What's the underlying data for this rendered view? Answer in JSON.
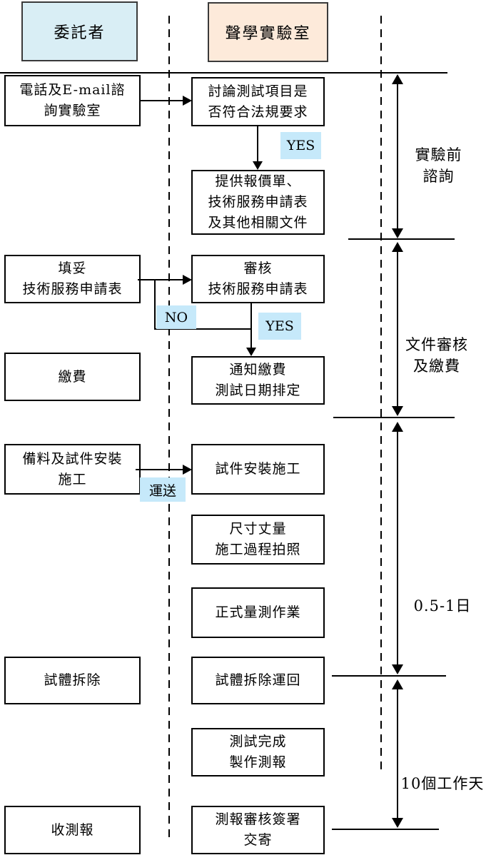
{
  "diagram": {
    "actors": {
      "client": "委託者",
      "lab": "聲學實驗室"
    },
    "client_steps": [
      {
        "text": "電話及E-mail諮\n詢實驗室"
      },
      {
        "text": "填妥\n技術服務申請表"
      },
      {
        "text": "繳費"
      },
      {
        "text": "備料及試件安裝\n施工"
      },
      {
        "text": "試體拆除"
      },
      {
        "text": "收測報"
      }
    ],
    "lab_steps": [
      {
        "text": "討論測試項目是\n否符合法規要求"
      },
      {
        "text": "提供報價單、\n技術服務申請表\n及其他相關文件"
      },
      {
        "text": "審核\n技術服務申請表"
      },
      {
        "text": "通知繳費\n測試日期排定"
      },
      {
        "text": "試件安裝施工"
      },
      {
        "text": "尺寸丈量\n施工過程拍照"
      },
      {
        "text": "正式量測作業"
      },
      {
        "text": "試體拆除運回"
      },
      {
        "text": "測試完成\n製作測報"
      },
      {
        "text": "測報審核簽署\n交寄"
      }
    ],
    "decision_labels": {
      "yes1": "YES",
      "no": "NO",
      "yes2": "YES",
      "transport": "運送"
    },
    "phases": [
      {
        "label": "實驗前\n諮詢"
      },
      {
        "label": "文件審核\n及繳費"
      },
      {
        "label": "0.5-1日"
      },
      {
        "label": "10個工作天"
      }
    ],
    "colors": {
      "client_header_bg": "#d9eef5",
      "lab_header_bg": "#fdeada",
      "decision_label_bg": "#c6e9fa",
      "line_color": "#000000"
    }
  }
}
